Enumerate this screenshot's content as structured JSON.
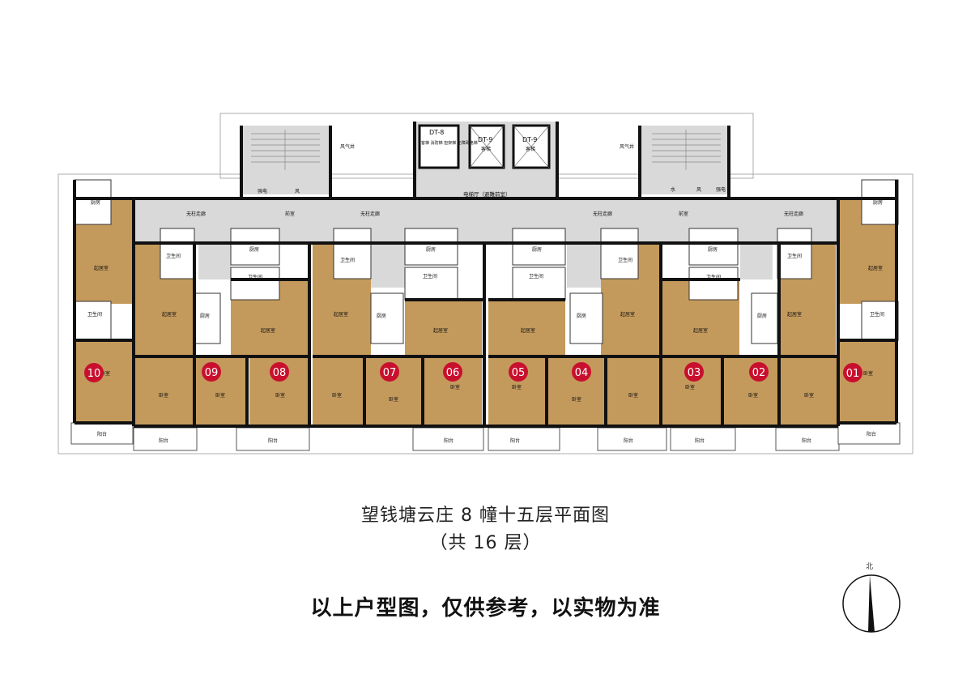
{
  "title": "望钱塘云庄 8 幢十五层平面图",
  "subtitle": "（共 16 层）",
  "disclaimer": "以上户型图，仅供参考，以实物为准",
  "compass_label": "北",
  "colors": {
    "unit": "#c49a5c",
    "common": "#d9d9d9",
    "wall": "#111111",
    "badge": "#c8102e"
  },
  "core": {
    "elevator_hall": "电梯厅（避難前室）",
    "anteroom": "前室",
    "corridor": "无柱走廊",
    "smoke_shaft": "风",
    "water_well": "水",
    "electric_well": "强电",
    "exhaust": "风气井",
    "elevator_8_code": "DT-8",
    "elevator_8_label": "客梯 消防梯 担架梯 无障碍电梯",
    "elevator_9_code": "DT-9",
    "elevator_9_label": "客梯"
  },
  "rooms": {
    "living": "起居室",
    "bedroom": "卧室",
    "bathroom": "卫生间",
    "kitchen": "厨房",
    "balcony": "阳台"
  },
  "units": [
    {
      "number": "10"
    },
    {
      "number": "09"
    },
    {
      "number": "08"
    },
    {
      "number": "07"
    },
    {
      "number": "06"
    },
    {
      "number": "05"
    },
    {
      "number": "04"
    },
    {
      "number": "03"
    },
    {
      "number": "02"
    },
    {
      "number": "01"
    }
  ]
}
